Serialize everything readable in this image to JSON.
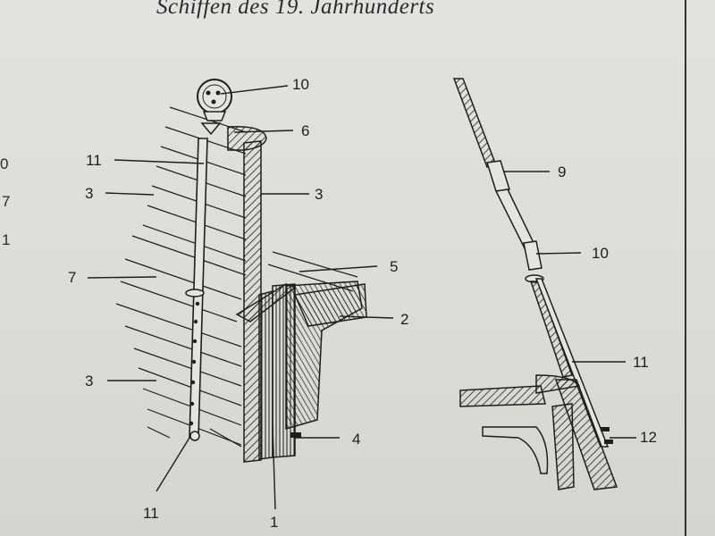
{
  "page": {
    "header": "Schiffen des 19. Jahrhunderts",
    "margin_numbers": [
      "0",
      "7",
      "1"
    ]
  },
  "left_figure": {
    "labels": [
      "10",
      "6",
      "11",
      "3",
      "3",
      "5",
      "2",
      "7",
      "3",
      "4",
      "11",
      "1"
    ]
  },
  "right_figure": {
    "labels": [
      "9",
      "10",
      "11",
      "12"
    ]
  },
  "colors": {
    "ink": "#1e1e1e",
    "paper": "#e0dedb"
  }
}
